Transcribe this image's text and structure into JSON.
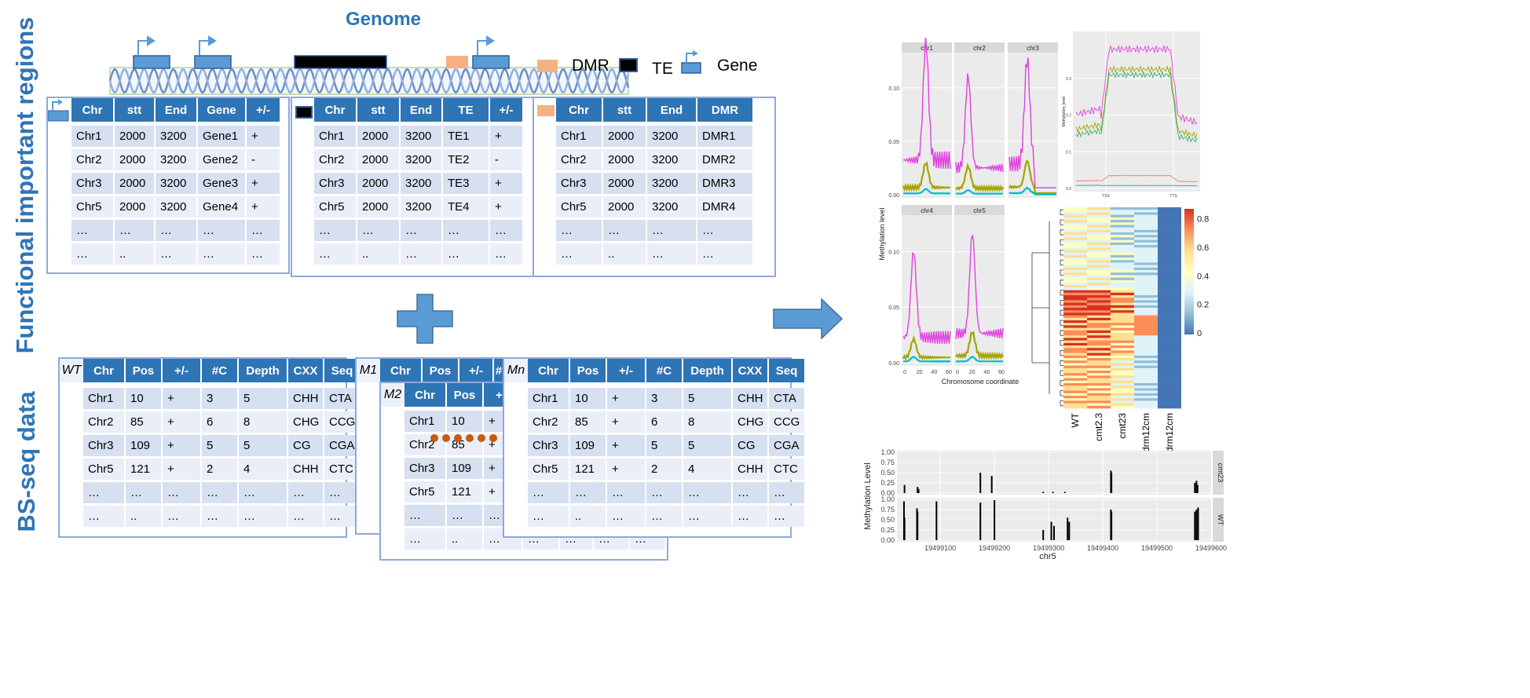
{
  "labels": {
    "genome": "Genome",
    "functional": "Functional important regions",
    "bsseq": "BS-seq data"
  },
  "legend": {
    "dmr": "DMR",
    "te": "TE",
    "gene": "Gene"
  },
  "colors": {
    "blue_title": "#2E75B6",
    "header_fill": "#2E75B6",
    "row_dark": "#D6E0F0",
    "row_light": "#E9EEF8",
    "panel_border": "#8EA9DB",
    "dmr": "#F4B183",
    "te": "#000000",
    "gene": "#5B9BD5",
    "arrow": "#5B9BD5",
    "dots": "#C55A11",
    "series_magenta": "#E041E0",
    "series_olive": "#A3A500",
    "series_green": "#3CB371",
    "series_teal": "#00BFC4",
    "series_red": "#F8766D"
  },
  "region_tables": [
    {
      "icon": "gene-icon",
      "headers": [
        "Chr",
        "stt",
        "End",
        "Gene",
        "+/-"
      ],
      "rows": [
        [
          "Chr1",
          "2000",
          "3200",
          "Gene1",
          "+"
        ],
        [
          "Chr2",
          "2000",
          "3200",
          "Gene2",
          "-"
        ],
        [
          "Chr3",
          "2000",
          "3200",
          "Gene3",
          "+"
        ],
        [
          "Chr5",
          "2000",
          "3200",
          "Gene4",
          "+"
        ],
        [
          "…",
          "…",
          "…",
          "…",
          "…"
        ],
        [
          "…",
          "..",
          "…",
          "…",
          "…"
        ]
      ]
    },
    {
      "icon": "te-icon",
      "headers": [
        "Chr",
        "stt",
        "End",
        "TE",
        "+/-"
      ],
      "rows": [
        [
          "Chr1",
          "2000",
          "3200",
          "TE1",
          "+"
        ],
        [
          "Chr2",
          "2000",
          "3200",
          "TE2",
          "-"
        ],
        [
          "Chr3",
          "2000",
          "3200",
          "TE3",
          "+"
        ],
        [
          "Chr5",
          "2000",
          "3200",
          "TE4",
          "+"
        ],
        [
          "…",
          "…",
          "…",
          "…",
          "…"
        ],
        [
          "…",
          "..",
          "…",
          "…",
          "…"
        ]
      ]
    },
    {
      "icon": "dmr-icon",
      "headers": [
        "Chr",
        "stt",
        "End",
        "DMR"
      ],
      "rows": [
        [
          "Chr1",
          "2000",
          "3200",
          "DMR1"
        ],
        [
          "Chr2",
          "2000",
          "3200",
          "DMR2"
        ],
        [
          "Chr3",
          "2000",
          "3200",
          "DMR3"
        ],
        [
          "Chr5",
          "2000",
          "3200",
          "DMR4"
        ],
        [
          "…",
          "…",
          "…",
          "…"
        ],
        [
          "…",
          "..",
          "…",
          "…"
        ]
      ]
    }
  ],
  "bs_tables": {
    "headers": [
      "Chr",
      "Pos",
      "+/-",
      "#C",
      "Depth",
      "CXX",
      "Seq"
    ],
    "wt": {
      "tag": "WT",
      "rows": [
        [
          "Chr1",
          "10",
          "+",
          "3",
          "5",
          "CHH",
          "CTA"
        ],
        [
          "Chr2",
          "85",
          "+",
          "6",
          "8",
          "CHG",
          "CCG"
        ],
        [
          "Chr3",
          "109",
          "+",
          "5",
          "5",
          "CG",
          "CGA"
        ],
        [
          "Chr5",
          "121",
          "+",
          "2",
          "4",
          "CHH",
          "CTC"
        ],
        [
          "…",
          "…",
          "…",
          "…",
          "…",
          "…",
          "…"
        ],
        [
          "…",
          "..",
          "…",
          "…",
          "…",
          "…",
          "…"
        ]
      ]
    },
    "m1": {
      "tag": "M1",
      "headers": [
        "Chr",
        "Pos",
        "+/-",
        "#"
      ]
    },
    "m2": {
      "tag": "M2",
      "headers": [
        "Chr",
        "Pos",
        "+/-"
      ],
      "rows": [
        [
          "Chr1",
          "10",
          "+"
        ],
        [
          "Chr2",
          "85",
          "+"
        ],
        [
          "Chr3",
          "109",
          "+"
        ],
        [
          "Chr5",
          "121",
          "+"
        ],
        [
          "…",
          "…",
          "…",
          "…",
          "…",
          "…",
          "…"
        ],
        [
          "…",
          "..",
          "…",
          "…",
          "…",
          "…",
          "…"
        ]
      ]
    },
    "mn": {
      "tag": "Mn",
      "rows": [
        [
          "Chr1",
          "10",
          "+",
          "3",
          "5",
          "CHH",
          "CTA"
        ],
        [
          "Chr2",
          "85",
          "+",
          "6",
          "8",
          "CHG",
          "CCG"
        ],
        [
          "Chr3",
          "109",
          "+",
          "5",
          "5",
          "CG",
          "CGA"
        ],
        [
          "Chr5",
          "121",
          "+",
          "2",
          "4",
          "CHH",
          "CTC"
        ],
        [
          "…",
          "…",
          "…",
          "…",
          "…",
          "…",
          "…"
        ],
        [
          "…",
          "..",
          "…",
          "…",
          "…",
          "…",
          "…"
        ]
      ]
    }
  },
  "chart_data": [
    {
      "type": "line",
      "facets": [
        "chr1",
        "chr2",
        "chr3",
        "chr4",
        "chr5"
      ],
      "ylabel": "Methylation level",
      "xlabel": "Chromosome coordinate",
      "yticks": [
        "0.00",
        "0.05",
        "0.10"
      ],
      "xticks": [
        "0",
        "20",
        "40",
        "60"
      ],
      "ylim": [
        0,
        0.13
      ],
      "xlim": [
        0,
        60
      ],
      "series": [
        {
          "color": "#E041E0",
          "peaks": [
            0.135,
            0.105,
            0.12,
            0.095,
            0.11
          ]
        },
        {
          "color": "#A3A500",
          "peaks": [
            0.028,
            0.025,
            0.03,
            0.02,
            0.026
          ]
        },
        {
          "color": "#00BFC4",
          "peaks": [
            0.005,
            0.004,
            0.006,
            0.005,
            0.005
          ]
        }
      ]
    },
    {
      "type": "line",
      "ylabel": "Methylation_level",
      "xticks": [
        "TSS",
        "TTS"
      ],
      "yticks": [
        "0.0",
        "0.1",
        "0.2",
        "0.3"
      ],
      "ylim": [
        0,
        0.42
      ],
      "series": [
        {
          "color": "#E041E0",
          "flank": 0.2,
          "body": 0.38
        },
        {
          "color": "#A3A500",
          "flank": 0.16,
          "body": 0.325
        },
        {
          "color": "#3CB371",
          "flank": 0.145,
          "body": 0.31
        },
        {
          "color": "#F8766D",
          "flank": 0.02,
          "body": 0.035
        },
        {
          "color": "#00BFC4",
          "flank": 0.008,
          "body": 0.008
        }
      ]
    },
    {
      "type": "heatmap",
      "columns": [
        "WT",
        "cmt2.3",
        "cmt23",
        "drm12cm",
        "drm12cm"
      ],
      "colorbar_ticks": [
        "0",
        "0.2",
        "0.4",
        "0.6",
        "0.8"
      ]
    },
    {
      "type": "bar",
      "ylabel": "Methylation Level",
      "xlabel": "chr5",
      "yticks": [
        "0.00",
        "0.25",
        "0.50",
        "0.75",
        "1.00"
      ],
      "xticks": [
        "19499100",
        "19499200",
        "19499300",
        "19499400",
        "19499500",
        "19499600"
      ],
      "xlim": [
        19499020,
        19499600
      ],
      "ylim": [
        0,
        1
      ],
      "panels": [
        {
          "name": "cmt23",
          "bars": [
            [
              19499034,
              0.2
            ],
            [
              19499058,
              0.15
            ],
            [
              19499060,
              0.1
            ],
            [
              19499174,
              0.5
            ],
            [
              19499195,
              0.42
            ],
            [
              19499290,
              0.03
            ],
            [
              19499308,
              0.03
            ],
            [
              19499330,
              0.03
            ],
            [
              19499415,
              0.55
            ],
            [
              19499416,
              0.5
            ],
            [
              19499570,
              0.25
            ],
            [
              19499573,
              0.3
            ],
            [
              19499575,
              0.2
            ]
          ]
        },
        {
          "name": "WT",
          "bars": [
            [
              19499033,
              0.95
            ],
            [
              19499034,
              0.55
            ],
            [
              19499057,
              0.78
            ],
            [
              19499058,
              0.7
            ],
            [
              19499093,
              0.95
            ],
            [
              19499174,
              0.92
            ],
            [
              19499200,
              0.98
            ],
            [
              19499290,
              0.25
            ],
            [
              19499305,
              0.45
            ],
            [
              19499310,
              0.35
            ],
            [
              19499335,
              0.55
            ],
            [
              19499338,
              0.45
            ],
            [
              19499415,
              0.75
            ],
            [
              19499416,
              0.7
            ],
            [
              19499570,
              0.7
            ],
            [
              19499573,
              0.75
            ],
            [
              19499576,
              0.8
            ]
          ]
        }
      ]
    }
  ]
}
